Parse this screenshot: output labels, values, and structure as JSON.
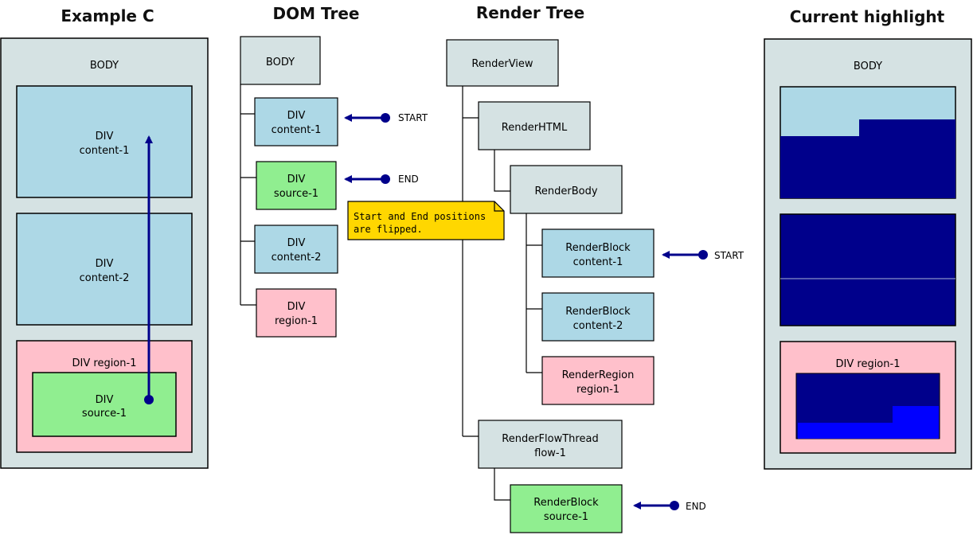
{
  "headings": {
    "example": "Example C",
    "dom_tree": "DOM Tree",
    "render_tree": "Render Tree",
    "current_highlight": "Current highlight"
  },
  "colors": {
    "panel": "#d5e2e3",
    "content": "#add8e6",
    "source": "#90ee90",
    "region": "#ffc0cb",
    "note": "#ffd700",
    "arrow": "#00008b",
    "highlight": "#00008b",
    "highlight_bright": "#0000ff"
  },
  "example": {
    "body": "BODY",
    "content1": [
      "DIV",
      "content-1"
    ],
    "content2": [
      "DIV",
      "content-2"
    ],
    "region": "DIV region-1",
    "source": [
      "DIV",
      "source-1"
    ]
  },
  "dom": {
    "body": "BODY",
    "content1": [
      "DIV",
      "content-1"
    ],
    "source1": [
      "DIV",
      "source-1"
    ],
    "content2": [
      "DIV",
      "content-2"
    ],
    "region1": [
      "DIV",
      "region-1"
    ],
    "start_label": "START",
    "end_label": "END"
  },
  "note": {
    "line1": "Start and End positions",
    "line2": "are flipped."
  },
  "render": {
    "view": "RenderView",
    "html": "RenderHTML",
    "body": "RenderBody",
    "block1": [
      "RenderBlock",
      "content-1"
    ],
    "block2": [
      "RenderBlock",
      "content-2"
    ],
    "region": [
      "RenderRegion",
      "region-1"
    ],
    "flow": [
      "RenderFlowThread",
      "flow-1"
    ],
    "source": [
      "RenderBlock",
      "source-1"
    ],
    "start_label": "START",
    "end_label": "END"
  },
  "highlight": {
    "body": "BODY",
    "region": "DIV region-1"
  }
}
